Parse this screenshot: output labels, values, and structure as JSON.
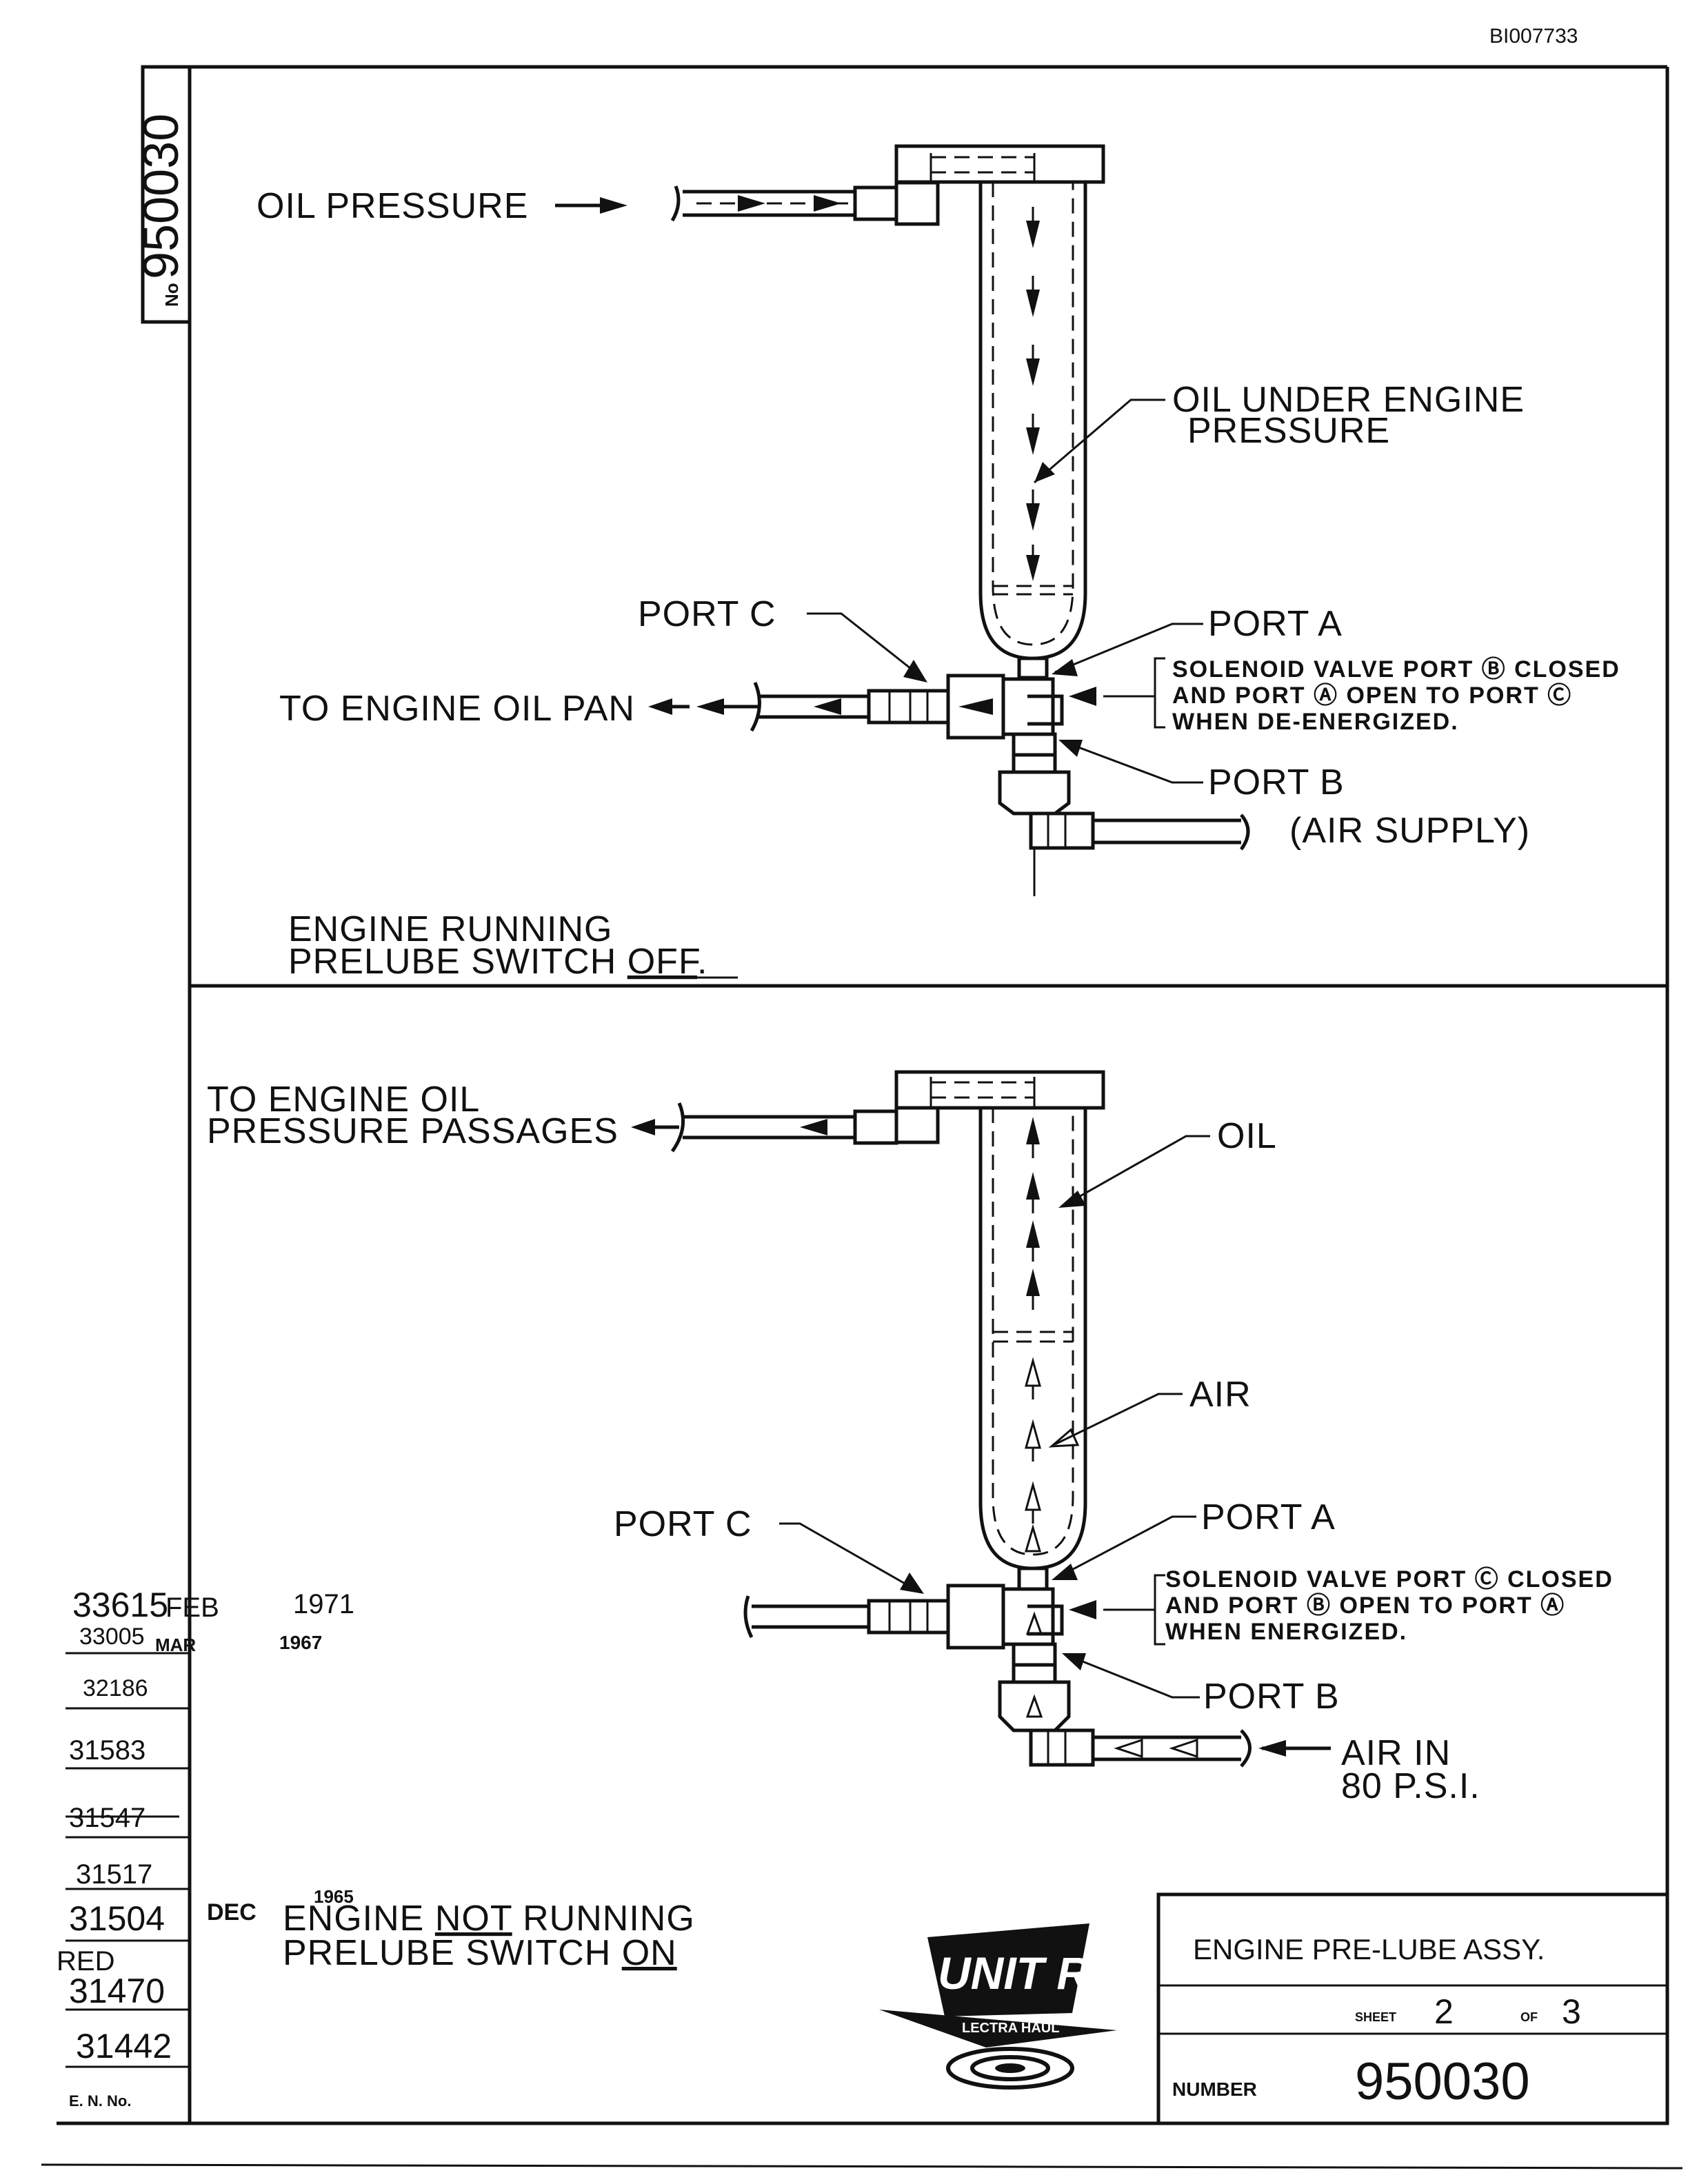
{
  "doc_id": "BI007733",
  "drawing_number": {
    "prefix": "No",
    "number": "950030"
  },
  "top_view": {
    "oil_pressure": "OIL PRESSURE",
    "oil_under_engine_1": "OIL UNDER ENGINE",
    "oil_under_engine_2": "PRESSURE",
    "port_c": "PORT C",
    "port_a": "PORT A",
    "port_b": "PORT B",
    "to_oil_pan": "TO ENGINE OIL PAN",
    "note_1": "SOLENOID VALVE PORT Ⓑ CLOSED",
    "note_2": "AND PORT Ⓐ OPEN TO PORT Ⓒ",
    "note_3": "WHEN DE-ENERGIZED.",
    "air_supply": "(AIR SUPPLY)",
    "caption_1": "ENGINE RUNNING",
    "caption_2_pre": "PRELUBE SWITCH ",
    "caption_2_u": "OFF",
    "caption_2_post": "."
  },
  "bottom_view": {
    "to_passages_1": "TO ENGINE OIL",
    "to_passages_2": "PRESSURE PASSAGES",
    "oil": "OIL",
    "air": "AIR",
    "port_c": "PORT C",
    "port_a": "PORT A",
    "port_b": "PORT B",
    "note_1": "SOLENOID VALVE PORT Ⓒ CLOSED",
    "note_2": "AND PORT Ⓑ OPEN TO PORT Ⓐ",
    "note_3": "WHEN ENERGIZED.",
    "air_in_1": "AIR IN",
    "air_in_2": "80 P.S.I.",
    "caption_1_pre": "ENGINE ",
    "caption_1_u": "NOT",
    "caption_1_post": " RUNNING",
    "caption_2_pre": "PRELUBE SWITCH ",
    "caption_2_u": "ON"
  },
  "revisions": {
    "r1": "33615",
    "r1_month": "FEB",
    "r1_year": "1971",
    "r2": "33005",
    "r2_month": "MAR",
    "r2_year": "1967",
    "r3": "32186",
    "r4": "31583",
    "r5": "31547",
    "r6": "31517",
    "r7": "31504",
    "r7_month": "DEC",
    "r7_year": "1965",
    "r8_mark": "RED",
    "r8": "31470",
    "r9": "31442",
    "footer": "E. N. No."
  },
  "logo": {
    "text": "UNIT RIG",
    "subtext": "LECTRA HAUL"
  },
  "title_block": {
    "title": "ENGINE PRE-LUBE ASSY.",
    "sheet_label": "SHEET",
    "sheet": "2",
    "of_label": "OF",
    "of": "3",
    "number_label": "NUMBER",
    "number": "950030"
  }
}
